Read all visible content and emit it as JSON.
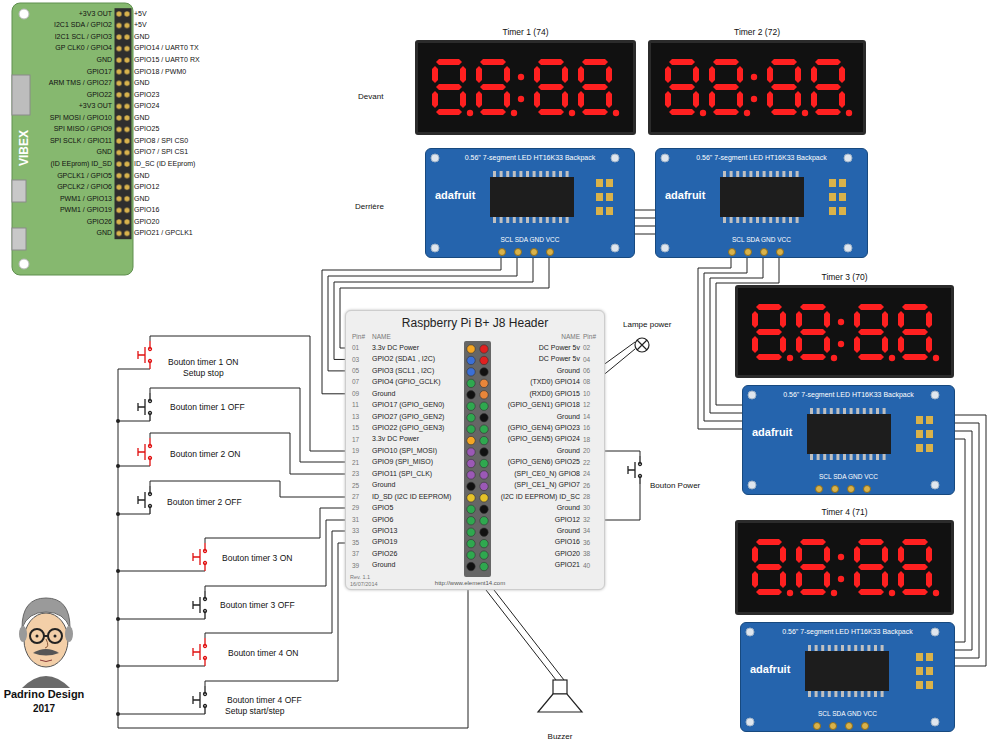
{
  "diagram": {
    "nodes": [
      {
        "text": [
          "Timer 1 (74)"
        ]
      },
      {
        "text": [
          "0.56\" 7-segment LED HT16K33 Backpack",
          "adafruit",
          "SCL SDA GND VCC"
        ]
      },
      {
        "text": [
          "Timer 2 (72)"
        ]
      },
      {
        "text": [
          "0.56\" 7-segment LED HT16K33 Backpack",
          "adafruit",
          "SCL SDA GND VCC"
        ]
      },
      {
        "text": [
          "Raspberry Pi B+ J8 Header"
        ]
      },
      {
        "text": [
          "Timer 3 (70)"
        ]
      },
      {
        "text": [
          "0.56\" 7-segment LED HT16K33 Backpack",
          "adafruit",
          "SCL SDA GND VCC"
        ]
      },
      {
        "text": [
          "Timer 4 (71)"
        ]
      },
      {
        "text": [
          "0.56\" 7-segment LED HT16K33 Backpack",
          "adafruit",
          "SCL SDA GND VCC"
        ]
      }
    ],
    "edges": [
      {
        "from": 1,
        "to": 3,
        "arrow": "none"
      },
      {
        "from": 1,
        "to": 4,
        "arrow": "none"
      },
      {
        "from": 3,
        "to": 6,
        "arrow": "none"
      },
      {
        "from": 6,
        "to": 8,
        "arrow": "none"
      }
    ],
    "labels": [
      "+3V3 OUT",
      "I2C1 SDA / GPIO2",
      "I2C1 SCL / GPIO3",
      "GP CLK0 / GPIO4",
      "GND",
      "GPIO17",
      "ARM TMS / GPIO27",
      "GPIO22",
      "+3V3 OUT",
      "SPI MOSI / GPIO10",
      "SPI MISO / GPIO9",
      "SPI SCLK / GPIO11",
      "GND",
      "(ID EEprom) ID_SD",
      "GPCLK1 / GPIO5",
      "GPCLK2 / GPIO6",
      "PWM1 / GPIO13",
      "PWM1 / GPIO19",
      "GPIO26",
      "GND",
      "+5V",
      "+5V",
      "GND",
      "GPIO14 / UART0 TX",
      "GPIO15 / UART0 RX",
      "GPIO18 / PWM0",
      "GND",
      "GPIO23",
      "GPIO24",
      "GND",
      "GPIO25",
      "GPIO8 / SPI CS0",
      "GPIO7 / SPI CS1",
      "ID_SC (ID EEprom)",
      "GND",
      "GPIO12",
      "GND",
      "GPIO16",
      "GPIO20",
      "GPIO21 / GPCLK1",
      "VIBEX",
      "Devant",
      "Derrière",
      "Pin#",
      "NAME",
      "NAME",
      "Pin#",
      "01",
      "3.3v DC Power",
      "DC Power 5v",
      "02",
      "03",
      "GPIO2 (SDA1 , I2C)",
      "DC Power 5v",
      "04",
      "05",
      "GPIO3 (SCL1 , I2C)",
      "Ground",
      "06",
      "07",
      "GPIO4 (GPIO_GCLK)",
      "(TXD0) GPIO14",
      "08",
      "09",
      "Ground",
      "(RXD0) GPIO15",
      "10",
      "11",
      "GPIO17 (GPIO_GEN0)",
      "(GPIO_GEN1) GPIO18",
      "12",
      "13",
      "GPIO27 (GPIO_GEN2)",
      "Ground",
      "14",
      "15",
      "GPIO22 (GPIO_GEN3)",
      "(GPIO_GEN4) GPIO23",
      "16",
      "17",
      "3.3v DC Power",
      "(GPIO_GEN5) GPIO24",
      "18",
      "19",
      "GPIO10 (SPI_MOSI)",
      "Ground",
      "20",
      "21",
      "GPIO9 (SPI_MISO)",
      "(GPIO_GEN6) GPIO25",
      "22",
      "23",
      "GPIO11 (SPI_CLK)",
      "(SPI_CE0_N) GPIO8",
      "24",
      "25",
      "Ground",
      "(SPI_CE1_N) GPIO7",
      "26",
      "27",
      "ID_SD (I2C ID EEPROM)",
      "(I2C ID EEPROM) ID_SC",
      "28",
      "29",
      "GPIO5",
      "Ground",
      "30",
      "31",
      "GPIO6",
      "GPIO12",
      "32",
      "33",
      "GPIO13",
      "Ground",
      "34",
      "35",
      "GPIO19",
      "GPIO16",
      "36",
      "37",
      "GPIO26",
      "GPIO20",
      "38",
      "39",
      "Ground",
      "GPIO21",
      "40",
      "Rev. 1.1",
      "16/07/2014",
      "http://www.element14.com",
      "Bouton timer 1 ON",
      "Setup stop",
      "Bouton timer 1 OFF",
      "Bouton timer 2 ON",
      "Bouton timer 2 OFF",
      "Bouton timer 3 ON",
      "Bouton timer 3 OFF",
      "Bouton timer 4 ON",
      "Bouton timer 4 OFF",
      "Setup start/step",
      "Lampe power",
      "Bouton Power",
      "Buzzer",
      "Padrino Design",
      "2017"
    ]
  }
}
